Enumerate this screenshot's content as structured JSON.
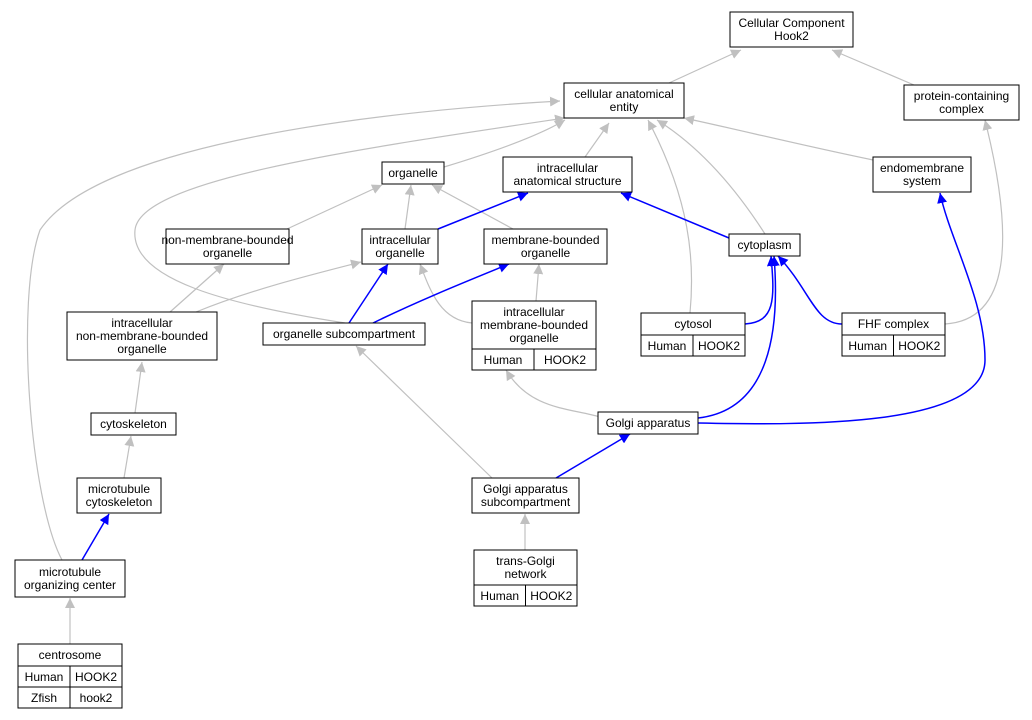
{
  "colors": {
    "edge_gray": "#c0c0c0",
    "edge_blue": "#0000ff",
    "human": "#f86046",
    "zfish": "#6495ed"
  },
  "nodes": {
    "root": {
      "lines": [
        "Cellular Component",
        "Hook2"
      ]
    },
    "cae": {
      "lines": [
        "cellular anatomical",
        "entity"
      ]
    },
    "pcc": {
      "lines": [
        "protein-containing",
        "complex"
      ]
    },
    "organelle": {
      "lines": [
        "organelle"
      ]
    },
    "ias": {
      "lines": [
        "intracellular",
        "anatomical structure"
      ]
    },
    "endo": {
      "lines": [
        "endomembrane",
        "system"
      ]
    },
    "nmbo": {
      "lines": [
        "non-membrane-bounded",
        "organelle"
      ]
    },
    "io": {
      "lines": [
        "intracellular",
        "organelle"
      ]
    },
    "mbo": {
      "lines": [
        "membrane-bounded",
        "organelle"
      ]
    },
    "cyto": {
      "lines": [
        "cytoplasm"
      ]
    },
    "inmbo": {
      "lines": [
        "intracellular",
        "non-membrane-bounded",
        "organelle"
      ]
    },
    "osub": {
      "lines": [
        "organelle subcompartment"
      ]
    },
    "imbo": {
      "lines": [
        "intracellular",
        "membrane-bounded",
        "organelle"
      ],
      "annotations": [
        [
          "Human",
          "HOOK2"
        ]
      ]
    },
    "cytosol": {
      "lines": [
        "cytosol"
      ],
      "annotations": [
        [
          "Human",
          "HOOK2"
        ]
      ]
    },
    "fhf": {
      "lines": [
        "FHF complex"
      ],
      "annotations": [
        [
          "Human",
          "HOOK2"
        ]
      ]
    },
    "cytosk": {
      "lines": [
        "cytoskeleton"
      ]
    },
    "golgi": {
      "lines": [
        "Golgi apparatus"
      ]
    },
    "mtcyto": {
      "lines": [
        "microtubule",
        "cytoskeleton"
      ]
    },
    "gas": {
      "lines": [
        "Golgi apparatus",
        "subcompartment"
      ]
    },
    "mtoc": {
      "lines": [
        "microtubule",
        "organizing center"
      ]
    },
    "tgn": {
      "lines": [
        "trans-Golgi",
        "network"
      ],
      "annotations": [
        [
          "Human",
          "HOOK2"
        ]
      ]
    },
    "centro": {
      "lines": [
        "centrosome"
      ],
      "annotations": [
        [
          "Human",
          "HOOK2"
        ],
        [
          "Zfish",
          "hook2"
        ]
      ]
    }
  },
  "edges": [
    {
      "from": "cae",
      "to": "root",
      "kind": "is_a"
    },
    {
      "from": "pcc",
      "to": "root",
      "kind": "is_a"
    },
    {
      "from": "organelle",
      "to": "cae",
      "kind": "is_a"
    },
    {
      "from": "ias",
      "to": "cae",
      "kind": "is_a"
    },
    {
      "from": "endo",
      "to": "cae",
      "kind": "is_a"
    },
    {
      "from": "cyto",
      "to": "cae",
      "kind": "is_a"
    },
    {
      "from": "cytosol",
      "to": "cae",
      "kind": "is_a"
    },
    {
      "from": "mtoc",
      "to": "cae",
      "kind": "is_a"
    },
    {
      "from": "osub",
      "to": "cae",
      "kind": "is_a"
    },
    {
      "from": "fhf",
      "to": "pcc",
      "kind": "is_a"
    },
    {
      "from": "nmbo",
      "to": "organelle",
      "kind": "is_a"
    },
    {
      "from": "io",
      "to": "organelle",
      "kind": "is_a"
    },
    {
      "from": "mbo",
      "to": "organelle",
      "kind": "is_a"
    },
    {
      "from": "io",
      "to": "ias",
      "kind": "part_of"
    },
    {
      "from": "cyto",
      "to": "ias",
      "kind": "part_of"
    },
    {
      "from": "inmbo",
      "to": "nmbo",
      "kind": "is_a"
    },
    {
      "from": "inmbo",
      "to": "io",
      "kind": "is_a"
    },
    {
      "from": "imbo",
      "to": "io",
      "kind": "is_a"
    },
    {
      "from": "imbo",
      "to": "mbo",
      "kind": "is_a"
    },
    {
      "from": "osub",
      "to": "io",
      "kind": "part_of"
    },
    {
      "from": "osub",
      "to": "mbo",
      "kind": "part_of"
    },
    {
      "from": "cytosol",
      "to": "cyto",
      "kind": "part_of"
    },
    {
      "from": "fhf",
      "to": "cyto",
      "kind": "part_of"
    },
    {
      "from": "golgi",
      "to": "cyto",
      "kind": "part_of"
    },
    {
      "from": "golgi",
      "to": "endo",
      "kind": "part_of"
    },
    {
      "from": "golgi",
      "to": "imbo",
      "kind": "is_a"
    },
    {
      "from": "gas",
      "to": "golgi",
      "kind": "part_of"
    },
    {
      "from": "gas",
      "to": "osub",
      "kind": "is_a"
    },
    {
      "from": "cytosk",
      "to": "inmbo",
      "kind": "is_a"
    },
    {
      "from": "mtcyto",
      "to": "cytosk",
      "kind": "is_a"
    },
    {
      "from": "mtoc",
      "to": "mtcyto",
      "kind": "part_of"
    },
    {
      "from": "tgn",
      "to": "gas",
      "kind": "is_a"
    },
    {
      "from": "centro",
      "to": "mtoc",
      "kind": "is_a"
    }
  ]
}
